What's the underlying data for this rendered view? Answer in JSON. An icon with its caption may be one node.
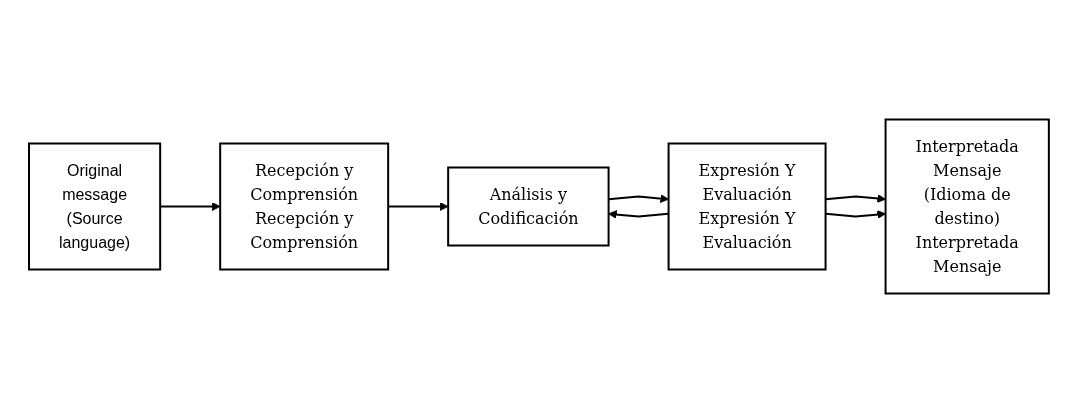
{
  "diagram": {
    "nodes": [
      {
        "text": [
          "Original message (Source language)"
        ]
      },
      {
        "text": [
          "Recepción y Comprensión Recepción y Comprensión"
        ]
      },
      {
        "text": [
          "Análisis y Codificación"
        ]
      },
      {
        "text": [
          "Expresión Y Evaluación Expresión Y Evaluación"
        ]
      },
      {
        "text": [
          "Interpretada Mensaje (Idioma de destino) Interpretada Mensaje"
        ]
      }
    ],
    "edges": [
      {
        "from": 0,
        "to": 1,
        "arrow": "to"
      },
      {
        "from": 1,
        "to": 2,
        "arrow": "to"
      },
      {
        "from": 2,
        "to": 3,
        "arrow": "to"
      },
      {
        "from": 3,
        "to": 2,
        "arrow": "to"
      },
      {
        "from": 3,
        "to": 4,
        "arrow": "to"
      },
      {
        "from": 3,
        "to": 4,
        "arrow": "to"
      }
    ]
  }
}
